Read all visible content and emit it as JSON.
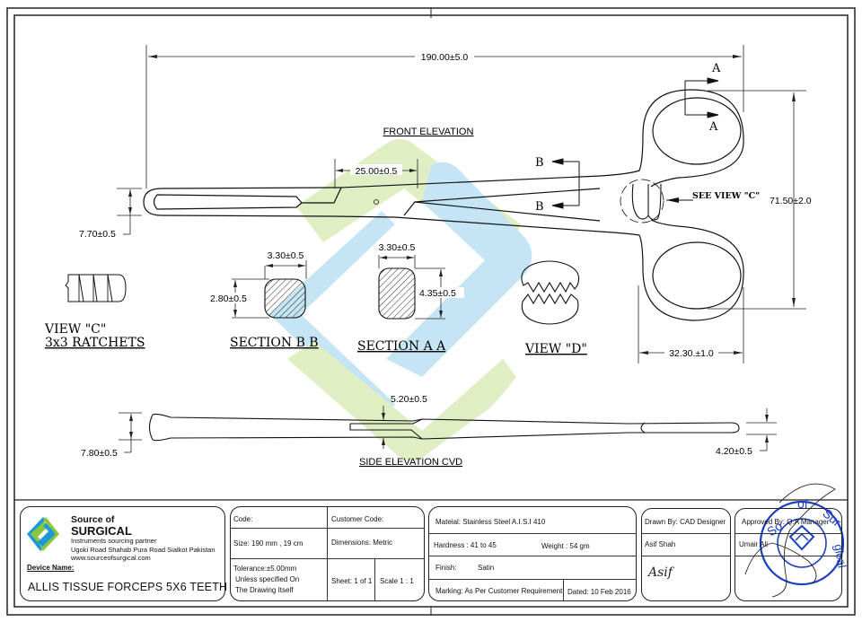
{
  "drawing": {
    "views": {
      "front_elevation": "FRONT ELEVATION",
      "side_elevation": "SIDE ELEVATION CVD",
      "view_c_title": "VIEW \"C\"",
      "view_c_subtitle": "3x3 RATCHETS",
      "section_bb": "SECTION B B",
      "section_aa": "SECTION A A",
      "view_d": "VIEW \"D\"",
      "see_view_c": "SEE VIEW \"C\""
    },
    "section_markers": {
      "a_top": "A",
      "a_bottom": "A",
      "b_top": "B",
      "b_bottom": "B"
    },
    "dimensions": {
      "overall_length": "190.00±5.0",
      "jaw_length": "25.00±0.5",
      "tip_width_front": "7.70±0.5",
      "ring_height": "71.50±2.0",
      "ring_width": "32.30.±1.0",
      "section_bb_width": "3.30±0.5",
      "section_bb_height": "2.80±0.5",
      "section_aa_width": "3.30±0.5",
      "section_aa_height": "4.35±0.5",
      "side_joint_thickness": "5.20±0.5",
      "side_tip_width": "7.80±0.5",
      "side_ring_thickness": "4.20±0.5"
    },
    "watermark_colors": {
      "green": "#c9e59a",
      "blue": "#a6d8f0"
    }
  },
  "title_block": {
    "company": {
      "line1": "Source of",
      "line2": "SURGICAL",
      "tagline": "Instruments sourcing partner",
      "address": "Ugoki Road Shahab Pura Road Sialkot Pakistan",
      "website": "www.sourceofsurgical.com",
      "logo_colors": {
        "green": "#8cc63f",
        "blue": "#1b9ad6"
      }
    },
    "device_name_label": "Device Name:",
    "device_name": "ALLIS TISSUE FORCEPS 5X6 TEETH",
    "code_label": "Code:",
    "customer_code_label": "Customer Code:",
    "size": "Size:  190 mm , 19 cm",
    "dimensions": "Dimensions: Metric",
    "tolerance_line1": "Tolerance:±5.00mm",
    "tolerance_line2": "Unless specified On",
    "tolerance_line3": "The Drawing Itself",
    "sheet": "Sheet: 1 of 1",
    "scale": "Scale 1 : 1",
    "material": "Mateial: Stainless Steel A.I.S.I 410",
    "hardness": "Hardness :  41 to 45",
    "weight": "Weight :  54 gm",
    "finish_label": "Finish:",
    "finish_value": "Satin",
    "marking": "Marking: As Per Customer Requirement",
    "dated": "Dated:  10 Feb 2016",
    "drawn_by": "Drawn By: CAD Designer",
    "drawer_name": "Asif Shah",
    "drawer_signature": "Asif",
    "approved_by": "Approved By: Q.A Manager",
    "approver_name": "Umair Ali",
    "stamp_text": "Source of Surgical",
    "stamp_color": "#1a3fc0"
  }
}
